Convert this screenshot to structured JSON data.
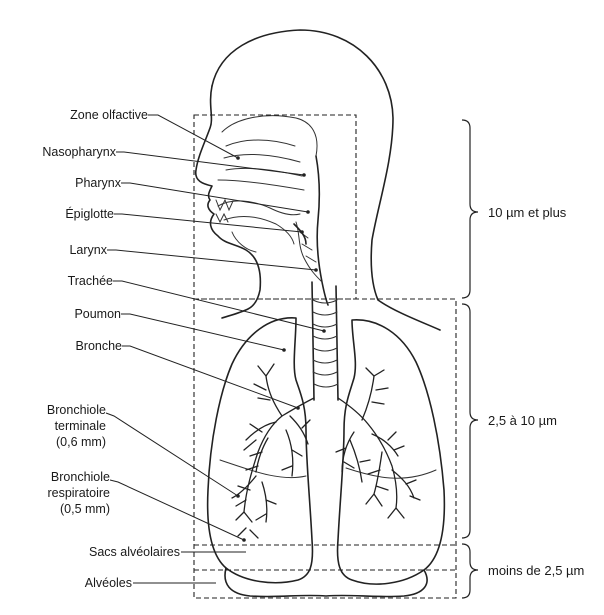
{
  "labels": {
    "zone_olfactive": "Zone olfactive",
    "nasopharynx": "Nasopharynx",
    "pharynx": "Pharynx",
    "epiglotte": "Épiglotte",
    "larynx": "Larynx",
    "trachee": "Trachée",
    "poumon": "Poumon",
    "bronche": "Bronche",
    "bronchiole_terminale": [
      "Bronchiole",
      "terminale",
      "(0,6 mm)"
    ],
    "bronchiole_respiratoire": [
      "Bronchiole",
      "respiratoire",
      "(0,5 mm)"
    ],
    "sacs_alveolaires": "Sacs alvéolaires",
    "alveoles": "Alvéoles"
  },
  "ranges": {
    "upper": "10 µm et plus",
    "middle": "2,5 à 10 µm",
    "lower": "moins de 2,5 µm"
  }
}
